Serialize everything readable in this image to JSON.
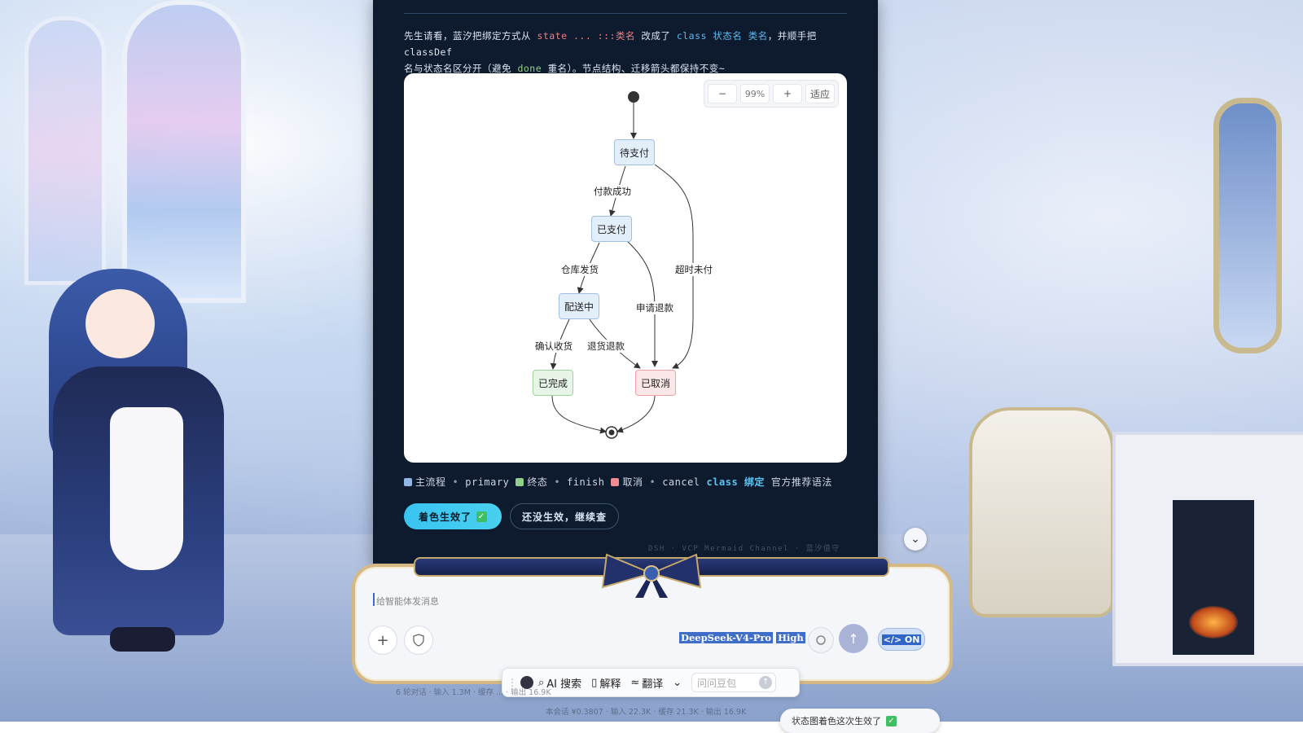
{
  "intro": {
    "p1": "先生请看，蓝汐把绑定方式从 ",
    "state_kw": "state ... :::类名",
    "p2": " 改成了 ",
    "class_kw": "class 状态名 类名",
    "p3": "，并顺手把 classDef",
    "p4": "名与状态名区分开（避免 ",
    "done_kw": "done",
    "p5": " 重名）。节点结构、迁移箭头都保持不变~"
  },
  "zoom": {
    "minus": "−",
    "value": "99%",
    "plus": "+",
    "fit": "适应"
  },
  "diagram": {
    "nodes": {
      "pending": "待支付",
      "paid": "已支付",
      "shipping": "配送中",
      "done": "已完成",
      "cancelled": "已取消"
    },
    "edges": {
      "pay_success": "付款成功",
      "timeout": "超时未付",
      "warehouse": "仓库发货",
      "refund_apply": "申请退款",
      "confirm": "确认收货",
      "return_refund": "退货退款"
    }
  },
  "legend": {
    "primary_label": "主流程",
    "primary_class": "primary",
    "finish_label": "终态",
    "finish_class": "finish",
    "cancel_label": "取消",
    "cancel_class": "cancel",
    "bold": "class 绑定",
    "tail": "官方推荐语法",
    "sep": "•",
    "colors": {
      "primary": "#8fb6e6",
      "finish": "#8fd18a",
      "cancel": "#f08a93"
    }
  },
  "buttons": {
    "success": "着色生效了",
    "check": "✓",
    "retry": "还没生效，继续查"
  },
  "footer_sig": "DSH · VCP Mermaid Channel · 蓝汐值守",
  "scroll_down": "⌄",
  "composer": {
    "placeholder": "给智能体发消息",
    "plus": "+",
    "model": "DeepSeek-V4-Pro",
    "effort": "High",
    "dropdown": "⌄",
    "send": "↑",
    "code_toggle": "</> ON"
  },
  "toolbar": {
    "grip": "⋮⋮",
    "ai_search": "AI 搜索",
    "explain": "解释",
    "translate": "翻译",
    "more": "⌄",
    "ask_placeholder": "问问豆包",
    "send": "↑"
  },
  "stats": {
    "line1": "6 轮对话 · 输入 1.3M · 缓存 ... · 输出 16.9K",
    "line2": "本会话 ¥0.3807 · 输入 22.3K · 缓存 21.3K · 输出 16.9K"
  },
  "toast": {
    "text": "状态图着色这次生效了",
    "check": "✓"
  }
}
